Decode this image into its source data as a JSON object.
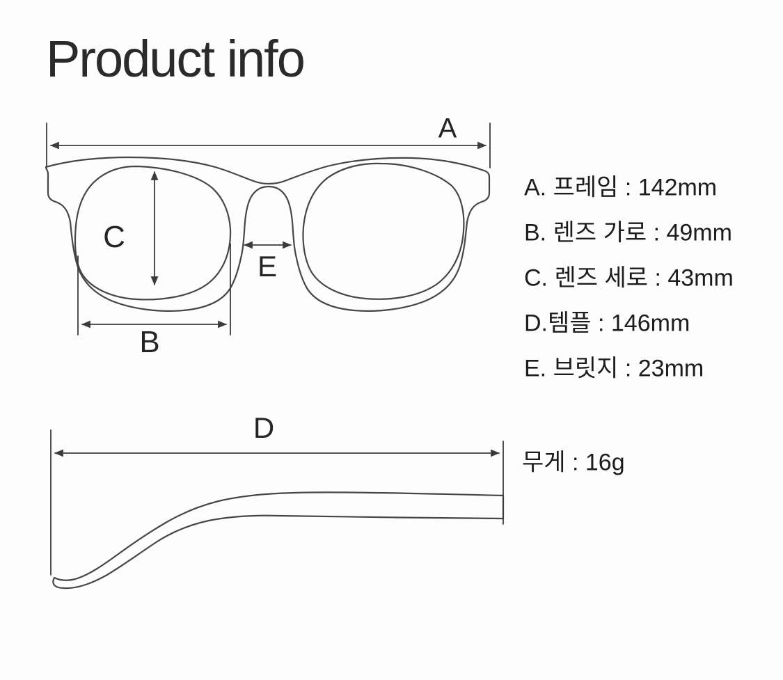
{
  "title": "Product info",
  "colors": {
    "background": "#fdfdfd",
    "line": "#464646",
    "dimension_line": "#3c3c3c",
    "text": "#1c1c1c"
  },
  "front_view": {
    "labels": {
      "a": "A",
      "b": "B",
      "c": "C",
      "e": "E"
    }
  },
  "side_view": {
    "labels": {
      "d": "D"
    }
  },
  "specs": [
    {
      "key": "A",
      "text": "A. 프레임 : 142mm"
    },
    {
      "key": "B",
      "text": "B. 렌즈 가로 : 49mm"
    },
    {
      "key": "C",
      "text": "C. 렌즈 세로 : 43mm"
    },
    {
      "key": "D",
      "text": "D.템플 : 146mm"
    },
    {
      "key": "E",
      "text": "E. 브릿지 : 23mm"
    }
  ],
  "weight": {
    "text": "무게 : 16g"
  }
}
